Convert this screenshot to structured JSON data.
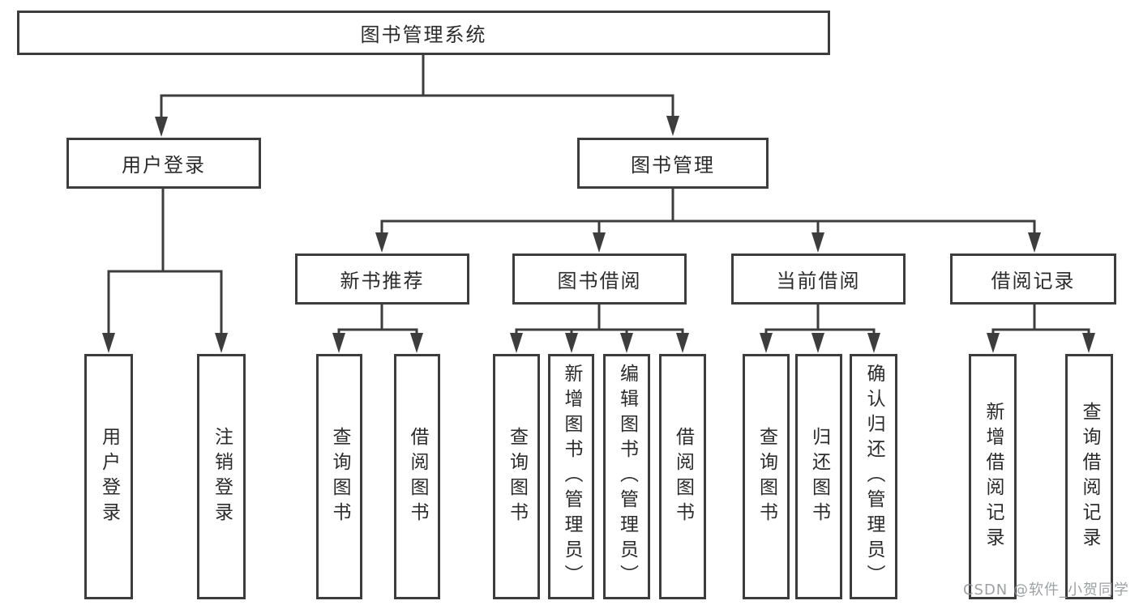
{
  "tree": {
    "root": "图书管理系统",
    "branches": [
      {
        "label": "用户登录",
        "leaves": [
          "用户登录",
          "注销登录"
        ]
      },
      {
        "label": "图书管理",
        "groups": [
          {
            "label": "新书推荐",
            "leaves": [
              "查询图书",
              "借阅图书"
            ]
          },
          {
            "label": "图书借阅",
            "leaves": [
              "查询图书",
              "新增图书（管理员）",
              "编辑图书（管理员）",
              "借阅图书"
            ]
          },
          {
            "label": "当前借阅",
            "leaves": [
              "查询图书",
              "归还图书",
              "确认归还（管理员）"
            ]
          },
          {
            "label": "借阅记录",
            "leaves": [
              "新增借阅记录",
              "查询借阅记录"
            ]
          }
        ]
      }
    ]
  },
  "watermark": {
    "text": "CSDN @软件_小贺同学"
  },
  "colors": {
    "line": "#3d3d3d",
    "border": "#3d3d3d",
    "text": "#2b2b2b",
    "watermark": "#94969b",
    "background": "#ffffff"
  }
}
